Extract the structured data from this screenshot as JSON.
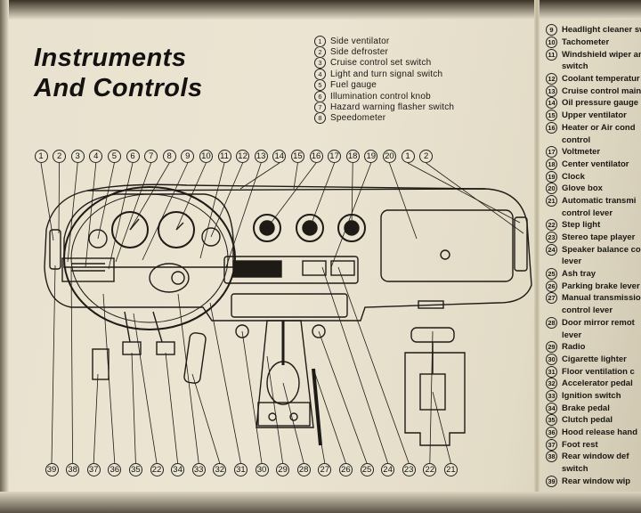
{
  "title": {
    "line1": "Instruments",
    "line2": "And Controls"
  },
  "legend_mid": [
    {
      "n": "1",
      "label": "Side ventilator"
    },
    {
      "n": "2",
      "label": "Side defroster"
    },
    {
      "n": "3",
      "label": "Cruise control set switch"
    },
    {
      "n": "4",
      "label": "Light and turn signal switch"
    },
    {
      "n": "5",
      "label": "Fuel gauge"
    },
    {
      "n": "6",
      "label": "Illumination control knob"
    },
    {
      "n": "7",
      "label": "Hazard warning flasher switch"
    },
    {
      "n": "8",
      "label": "Speedometer"
    }
  ],
  "legend_right": [
    {
      "n": "9",
      "label": "Headlight cleaner sw"
    },
    {
      "n": "10",
      "label": "Tachometer"
    },
    {
      "n": "11",
      "label": "Windshield wiper and"
    },
    {
      "n": "",
      "label": "switch"
    },
    {
      "n": "12",
      "label": "Coolant temperatur"
    },
    {
      "n": "13",
      "label": "Cruise control main"
    },
    {
      "n": "14",
      "label": "Oil pressure gauge"
    },
    {
      "n": "15",
      "label": "Upper ventilator"
    },
    {
      "n": "16",
      "label": "Heater or Air cond"
    },
    {
      "n": "",
      "label": "control"
    },
    {
      "n": "17",
      "label": "Voltmeter"
    },
    {
      "n": "18",
      "label": "Center ventilator"
    },
    {
      "n": "19",
      "label": "Clock"
    },
    {
      "n": "20",
      "label": "Glove box"
    },
    {
      "n": "21",
      "label": "Automatic transmi"
    },
    {
      "n": "",
      "label": "control lever"
    },
    {
      "n": "22",
      "label": "Step light"
    },
    {
      "n": "23",
      "label": "Stereo tape player"
    },
    {
      "n": "24",
      "label": "Speaker balance co"
    },
    {
      "n": "",
      "label": "lever"
    },
    {
      "n": "25",
      "label": "Ash tray"
    },
    {
      "n": "26",
      "label": "Parking brake lever"
    },
    {
      "n": "27",
      "label": "Manual transmissio"
    },
    {
      "n": "",
      "label": "control lever"
    },
    {
      "n": "28",
      "label": "Door mirror remot"
    },
    {
      "n": "",
      "label": "lever"
    },
    {
      "n": "29",
      "label": "Radio"
    },
    {
      "n": "30",
      "label": "Cigarette lighter"
    },
    {
      "n": "31",
      "label": "Floor ventilation c"
    },
    {
      "n": "32",
      "label": "Accelerator pedal"
    },
    {
      "n": "33",
      "label": "Ignition switch"
    },
    {
      "n": "34",
      "label": "Brake pedal"
    },
    {
      "n": "35",
      "label": "Clutch pedal"
    },
    {
      "n": "36",
      "label": "Hood release hand"
    },
    {
      "n": "37",
      "label": "Foot rest"
    },
    {
      "n": "38",
      "label": "Rear window def"
    },
    {
      "n": "",
      "label": "switch"
    },
    {
      "n": "39",
      "label": "Rear window wip"
    }
  ],
  "callouts_top": [
    "1",
    "2",
    "3",
    "4",
    "5",
    "6",
    "7",
    "8",
    "9",
    "10",
    "11",
    "12",
    "13",
    "14",
    "15",
    "16",
    "17",
    "18",
    "19",
    "20",
    "1",
    "2"
  ],
  "callouts_bottom": [
    "39",
    "38",
    "37",
    "36",
    "35",
    "22",
    "34",
    "33",
    "32",
    "31",
    "30",
    "29",
    "28",
    "27",
    "26",
    "25",
    "24",
    "23",
    "22",
    "21"
  ]
}
